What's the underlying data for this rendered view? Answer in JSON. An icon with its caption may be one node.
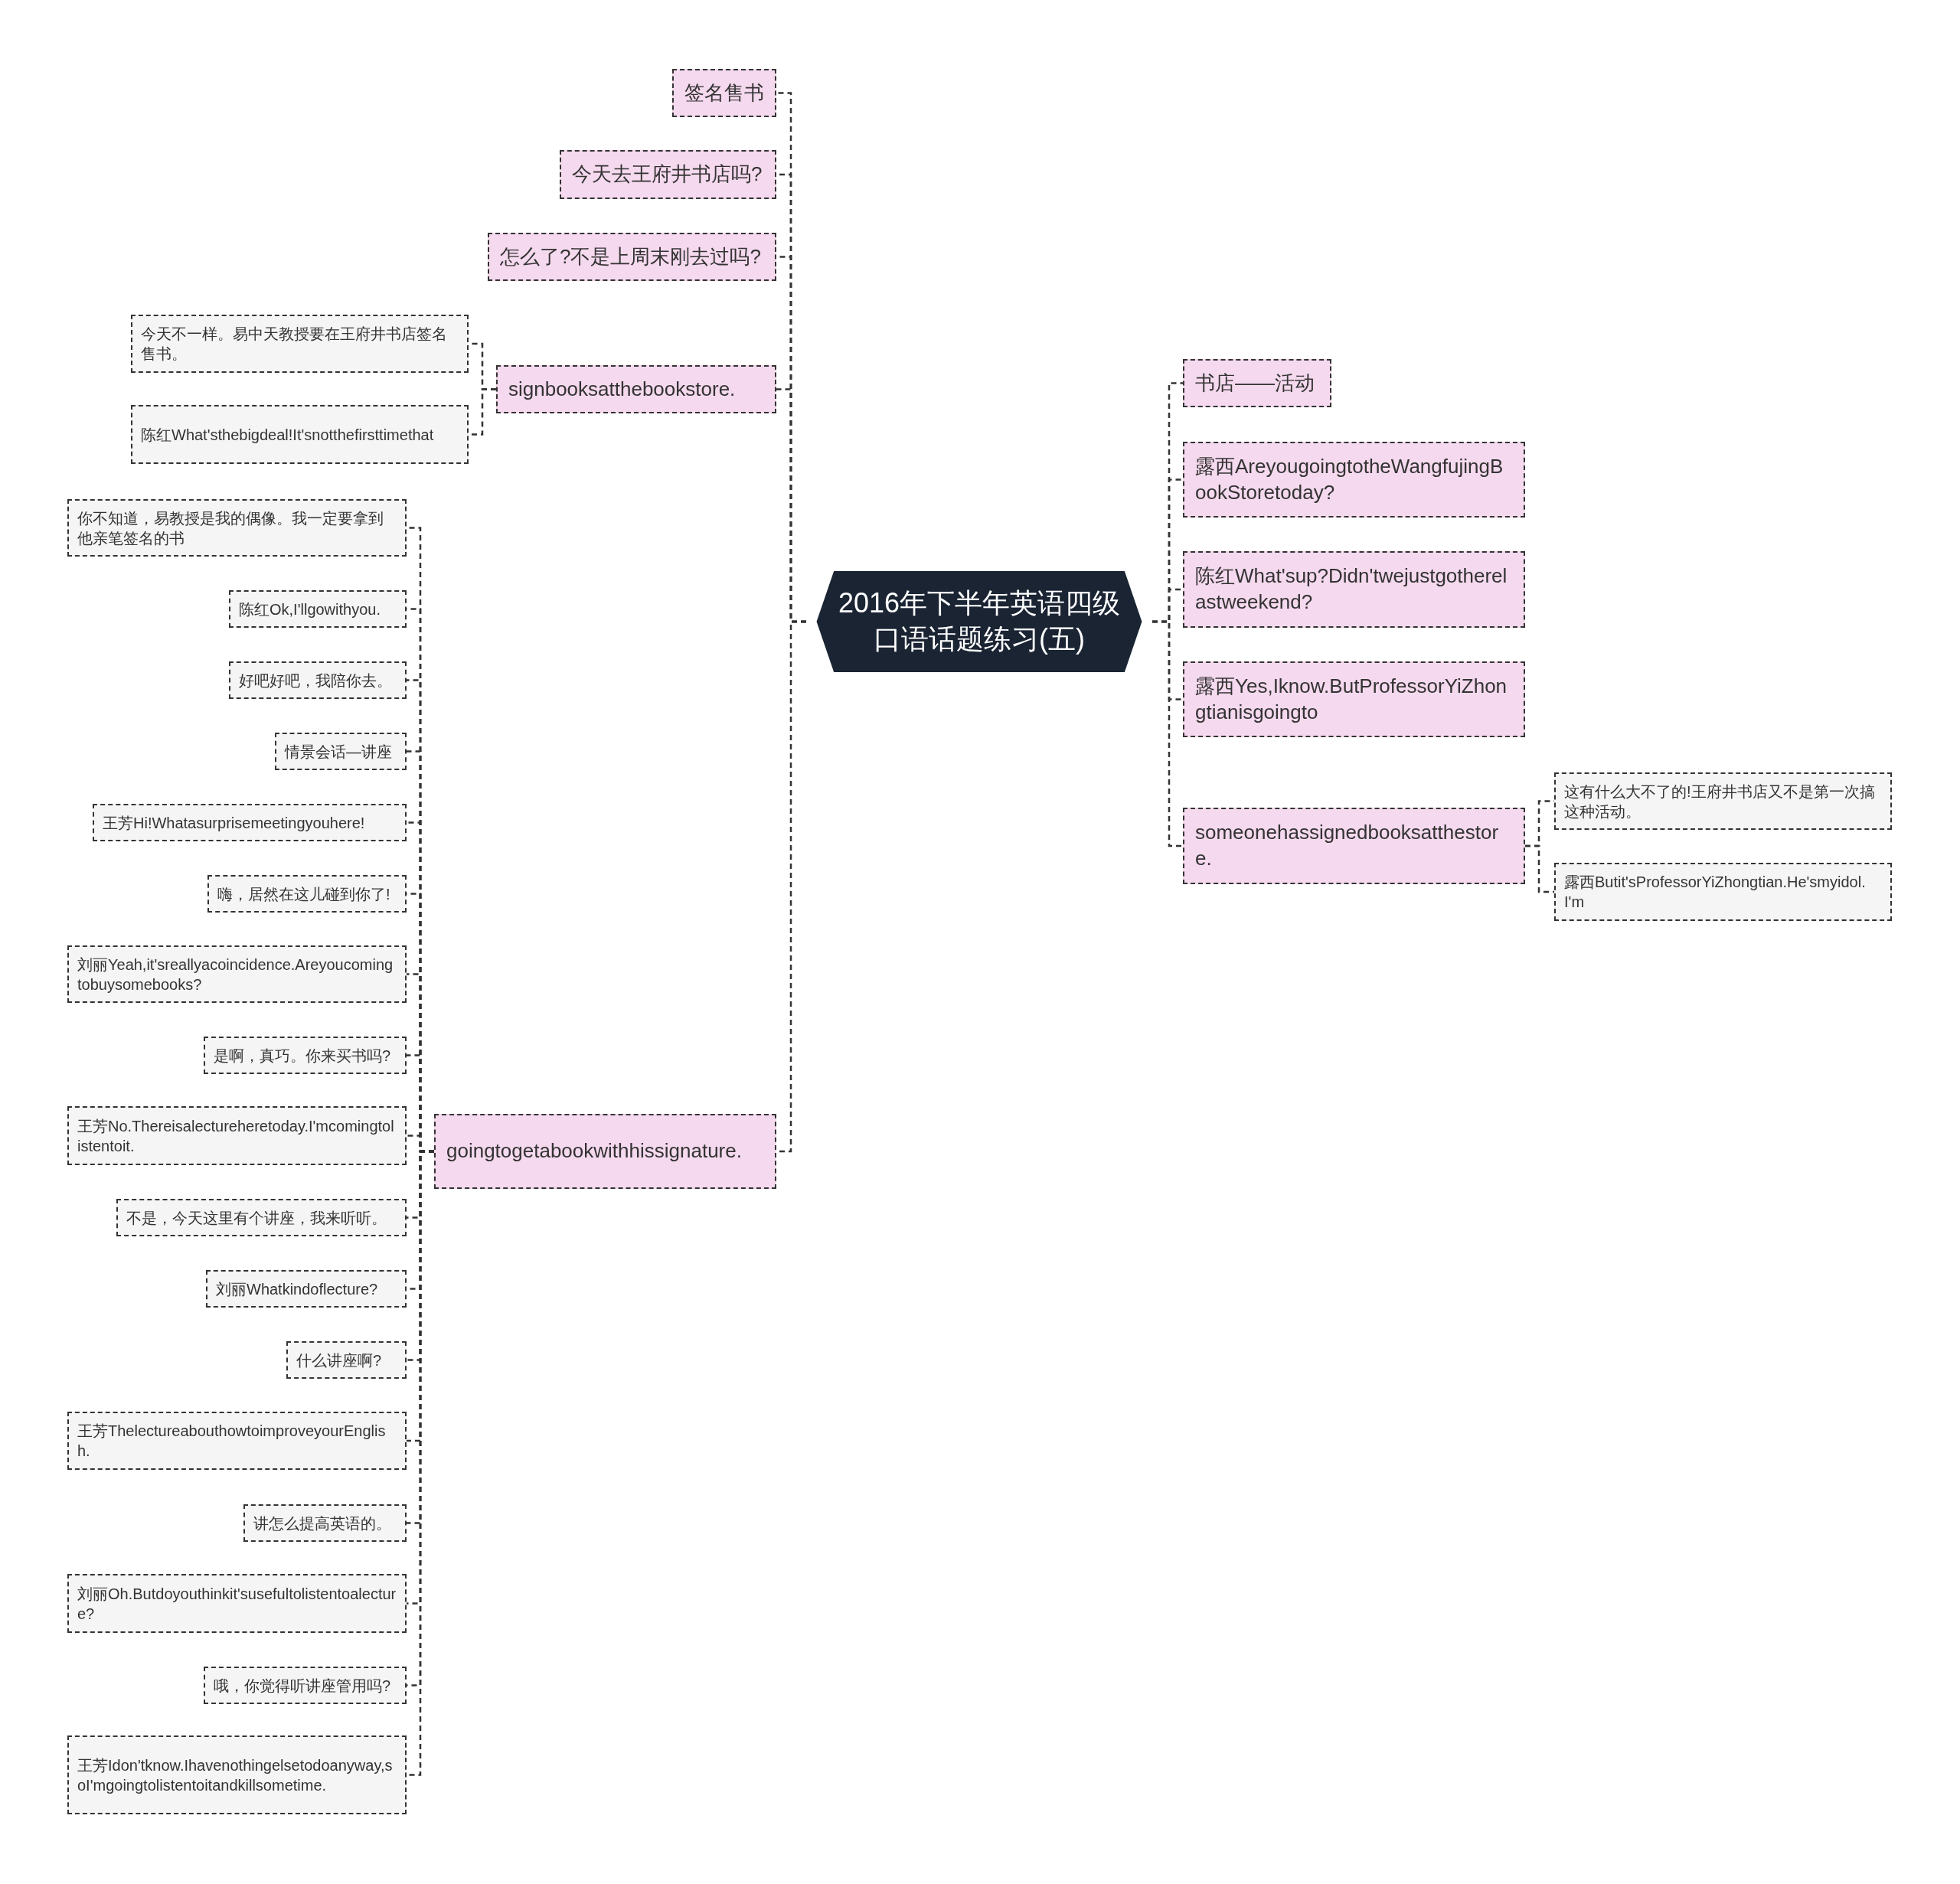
{
  "diagram": {
    "nodes": [
      {
        "text": [
          "2016年下半年英语四级口语话题练习(五)"
        ]
      },
      {
        "text": [
          "签名售书"
        ]
      },
      {
        "text": [
          "今天去王府井书店吗?"
        ]
      },
      {
        "text": [
          "怎么了?不是上周末刚去过吗?"
        ]
      },
      {
        "text": [
          "signbooksatthebookstore."
        ]
      },
      {
        "text": [
          "今天不一样。易中天教授要在王府井书店签名售书。"
        ]
      },
      {
        "text": [
          "陈红What'sthebigdeal!It'snotthefirsttimethat"
        ]
      },
      {
        "text": [
          "goingtogetabookwithhissignature."
        ]
      },
      {
        "text": [
          "你不知道，易教授是我的偶像。我一定要拿到他亲笔签名的书"
        ]
      },
      {
        "text": [
          "陈红Ok,I'llgowithyou."
        ]
      },
      {
        "text": [
          "好吧好吧，我陪你去。"
        ]
      },
      {
        "text": [
          "情景会话—讲座"
        ]
      },
      {
        "text": [
          "王芳Hi!Whatasurprisemeetingyouhere!"
        ]
      },
      {
        "text": [
          "嗨，居然在这儿碰到你了!"
        ]
      },
      {
        "text": [
          "刘丽Yeah,it'sreallyacoincidence.Areyoucomingtobuysomebooks?"
        ]
      },
      {
        "text": [
          "是啊，真巧。你来买书吗?"
        ]
      },
      {
        "text": [
          "王芳No.Thereisalectureheretoday.I'mcomingtolistentoit."
        ]
      },
      {
        "text": [
          "不是，今天这里有个讲座，我来听听。"
        ]
      },
      {
        "text": [
          "刘丽Whatkindoflecture?"
        ]
      },
      {
        "text": [
          "什么讲座啊?"
        ]
      },
      {
        "text": [
          "王芳ThelectureabouthowtoimproveyourEnglish."
        ]
      },
      {
        "text": [
          "讲怎么提高英语的。"
        ]
      },
      {
        "text": [
          "刘丽Oh.Butdoyouthinkit'susefultolistentoalecture?"
        ]
      },
      {
        "text": [
          "哦，你觉得听讲座管用吗?"
        ]
      },
      {
        "text": [
          "王芳Idon'tknow.Ihavenothingelsetodoanyway,soI'mgoingtolistentoitandkillsometime."
        ]
      },
      {
        "text": [
          "书店——活动"
        ]
      },
      {
        "text": [
          "露西AreyougoingtotheWangfujingBookStoretoday?"
        ]
      },
      {
        "text": [
          "陈红What'sup?Didn'twejustgotherelastweekend?"
        ]
      },
      {
        "text": [
          "露西Yes,Iknow.ButProfessorYiZhongtianisgoingto"
        ]
      },
      {
        "text": [
          "someonehassignedbooksatthestore."
        ]
      },
      {
        "text": [
          "这有什么大不了的!王府井书店又不是第一次搞这种活动。"
        ]
      },
      {
        "text": [
          "露西Butit'sProfessorYiZhongtian.He'smyidol.I'm"
        ]
      }
    ],
    "edges": [
      {
        "from": 0,
        "to": 1,
        "arrow": "none"
      },
      {
        "from": 0,
        "to": 2,
        "arrow": "none"
      },
      {
        "from": 0,
        "to": 3,
        "arrow": "none"
      },
      {
        "from": 0,
        "to": 4,
        "arrow": "none"
      },
      {
        "from": 4,
        "to": 5,
        "arrow": "none"
      },
      {
        "from": 4,
        "to": 6,
        "arrow": "none"
      },
      {
        "from": 0,
        "to": 7,
        "arrow": "none"
      },
      {
        "from": 7,
        "to": 8,
        "arrow": "none"
      },
      {
        "from": 7,
        "to": 9,
        "arrow": "none"
      },
      {
        "from": 7,
        "to": 10,
        "arrow": "none"
      },
      {
        "from": 7,
        "to": 11,
        "arrow": "none"
      },
      {
        "from": 7,
        "to": 12,
        "arrow": "none"
      },
      {
        "from": 7,
        "to": 13,
        "arrow": "none"
      },
      {
        "from": 7,
        "to": 14,
        "arrow": "none"
      },
      {
        "from": 7,
        "to": 15,
        "arrow": "none"
      },
      {
        "from": 7,
        "to": 16,
        "arrow": "none"
      },
      {
        "from": 7,
        "to": 17,
        "arrow": "none"
      },
      {
        "from": 7,
        "to": 18,
        "arrow": "none"
      },
      {
        "from": 7,
        "to": 19,
        "arrow": "none"
      },
      {
        "from": 7,
        "to": 20,
        "arrow": "none"
      },
      {
        "from": 7,
        "to": 21,
        "arrow": "none"
      },
      {
        "from": 7,
        "to": 22,
        "arrow": "none"
      },
      {
        "from": 7,
        "to": 23,
        "arrow": "none"
      },
      {
        "from": 7,
        "to": 24,
        "arrow": "none"
      },
      {
        "from": 0,
        "to": 25,
        "arrow": "none"
      },
      {
        "from": 0,
        "to": 26,
        "arrow": "none"
      },
      {
        "from": 0,
        "to": 27,
        "arrow": "none"
      },
      {
        "from": 0,
        "to": 28,
        "arrow": "none"
      },
      {
        "from": 0,
        "to": 29,
        "arrow": "none"
      },
      {
        "from": 29,
        "to": 30,
        "arrow": "none"
      },
      {
        "from": 29,
        "to": 31,
        "arrow": "none"
      }
    ]
  }
}
